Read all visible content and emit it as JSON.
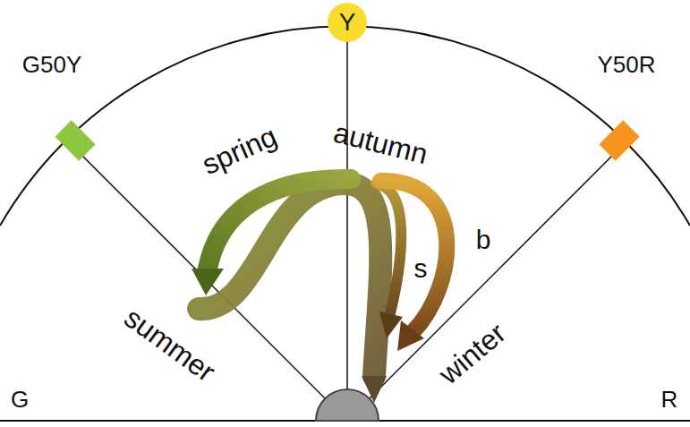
{
  "diagram": {
    "nodes": [
      {
        "text": [
          "Y"
        ]
      }
    ],
    "labels": [
      "G50Y",
      "Y50R",
      "spring",
      "autumn",
      "summer",
      "winter",
      "s",
      "b",
      "G",
      "R"
    ]
  }
}
